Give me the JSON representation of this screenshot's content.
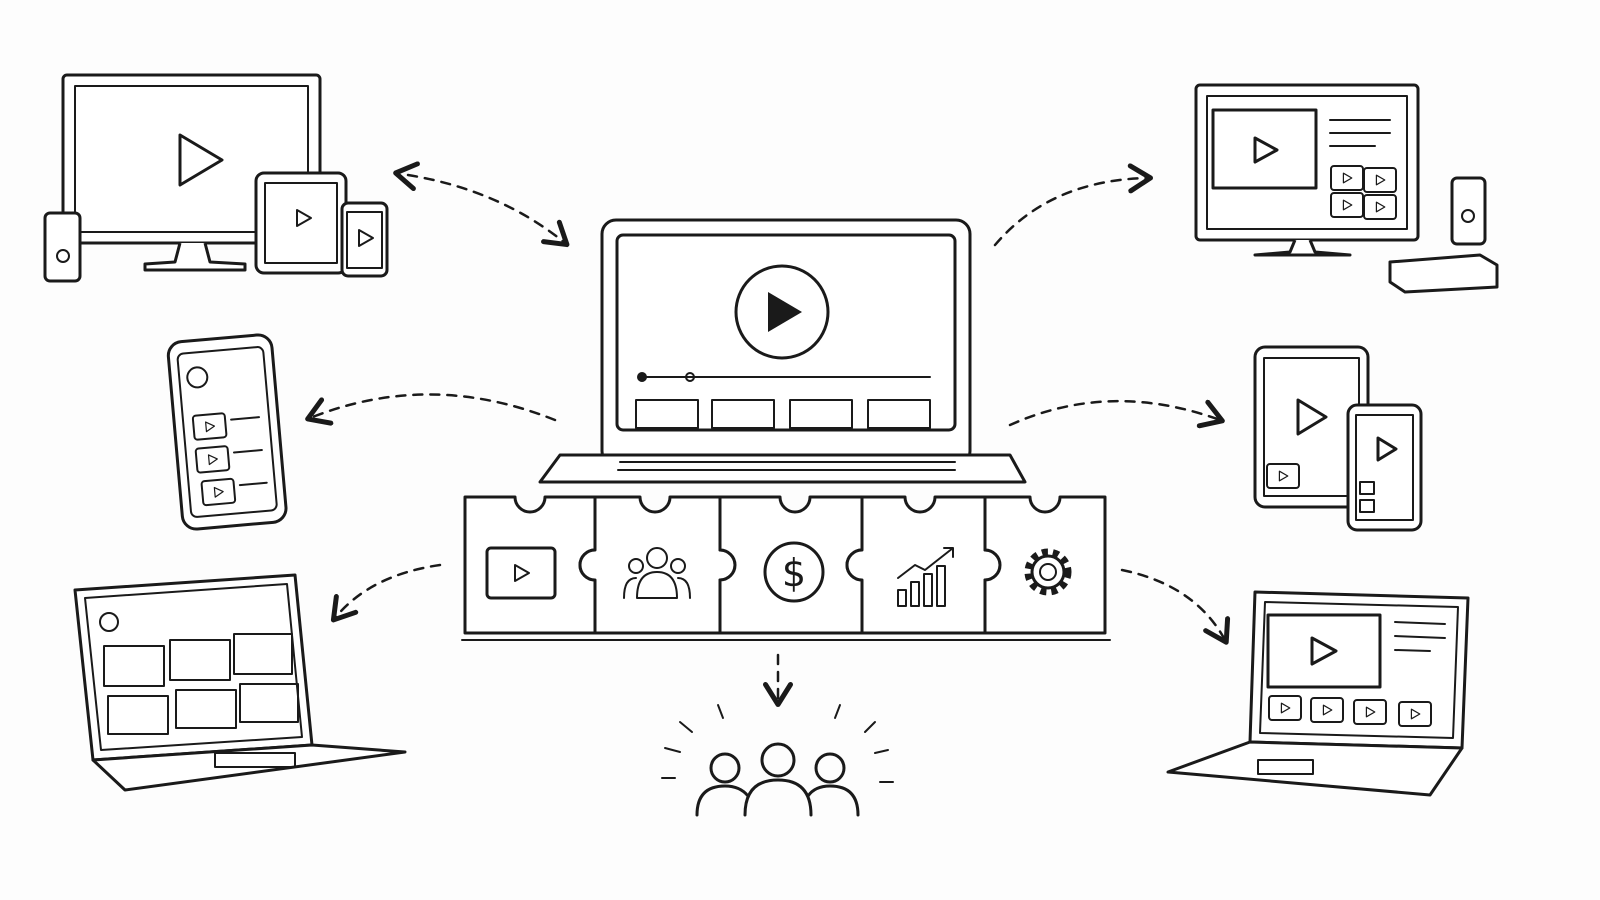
{
  "colors": {
    "ink": "#1a1a1a",
    "background": "#fdfdfd"
  },
  "center": {
    "device": "laptop-video-player",
    "modules": [
      {
        "icon": "video-icon"
      },
      {
        "icon": "users-icon"
      },
      {
        "icon": "dollar-icon"
      },
      {
        "icon": "growth-chart-icon"
      },
      {
        "icon": "gear-icon"
      }
    ],
    "audience_icon": "audience-icon"
  },
  "devices": [
    {
      "position": "top-left",
      "kind": "tv-tablet-phone-remote"
    },
    {
      "position": "top-right",
      "kind": "smart-tv-set-top-box"
    },
    {
      "position": "middle-left",
      "kind": "smartphone"
    },
    {
      "position": "middle-right",
      "kind": "tablet-and-phone"
    },
    {
      "position": "bottom-left",
      "kind": "laptop-grid"
    },
    {
      "position": "bottom-right",
      "kind": "laptop-player"
    }
  ]
}
